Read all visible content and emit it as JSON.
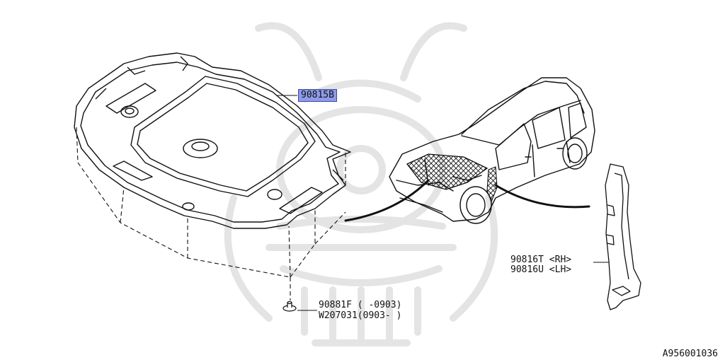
{
  "colors": {
    "line": "#111111",
    "highlight_fill": "#8d9be8",
    "highlight_border": "#3b47a8",
    "watermark": "#e3e3e3"
  },
  "watermark": {
    "icon": "samurai-helmet-logo"
  },
  "parts": {
    "hood_insulator": {
      "label": "90815B",
      "highlighted": true
    },
    "clip": {
      "line1": "90881F ( -0903)",
      "line2": "W207031(0903- )"
    },
    "fender_seal": {
      "line1": "90816T <RH>",
      "line2": "90816U <LH>"
    }
  },
  "diagram_code": "A956001036"
}
